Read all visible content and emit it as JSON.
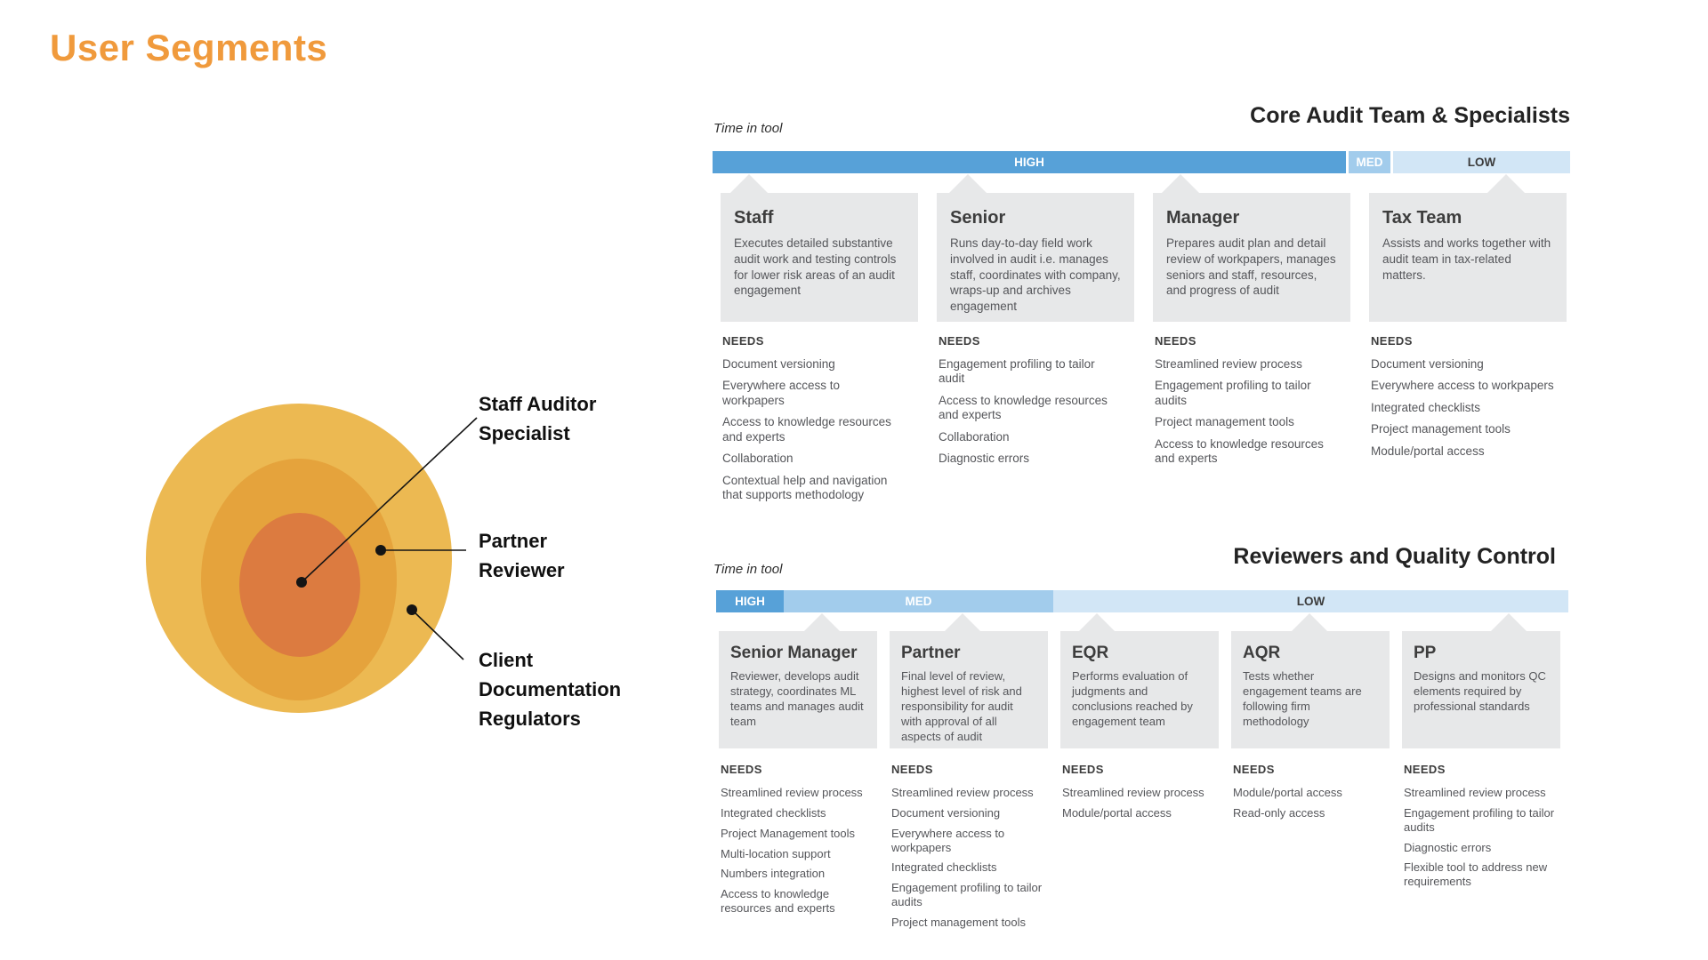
{
  "page": {
    "title": "User Segments"
  },
  "colors": {
    "title_accent": "#F09A3C",
    "ring_outer": "#ECB952",
    "ring_middle": "#E5A33C",
    "ring_inner": "#DC7B40",
    "bar_high": "#57A1D8",
    "bar_med": "#A2CCEC",
    "bar_low": "#D2E6F6",
    "card_bg": "#E7E8E9",
    "text_dark": "#2B2B2B",
    "text_gray": "#55565A"
  },
  "diagram": {
    "labels": [
      {
        "lines": [
          "Staff Auditor",
          "Specialist"
        ]
      },
      {
        "lines": [
          "Partner",
          "Reviewer"
        ]
      },
      {
        "lines": [
          "Client",
          "Documentation",
          "Regulators"
        ]
      }
    ]
  },
  "panels": [
    {
      "title": "Core Audit Team & Specialists",
      "axis_label": "Time in tool",
      "needs_heading": "NEEDS",
      "bar": [
        {
          "label": "HIGH"
        },
        {
          "label": "MED"
        },
        {
          "label": "LOW"
        }
      ],
      "cards": [
        {
          "title": "Staff",
          "description": "Executes detailed substantive audit work and testing controls for lower risk areas of an audit engagement",
          "needs": [
            "Document versioning",
            "Everywhere access to workpapers",
            "Access to knowledge resources and experts",
            "Collaboration",
            "Contextual help and navigation that supports methodology"
          ]
        },
        {
          "title": "Senior",
          "description": "Runs day-to-day field work involved in audit i.e. manages staff, coordinates with company, wraps-up and archives engagement",
          "needs": [
            "Engagement profiling to tailor audit",
            "Access to knowledge resources and experts",
            "Collaboration",
            "Diagnostic errors"
          ]
        },
        {
          "title": "Manager",
          "description": "Prepares audit plan and detail review of workpapers, manages seniors and staff, resources, and progress of audit",
          "needs": [
            "Streamlined review process",
            "Engagement profiling to tailor audits",
            "Project management tools",
            "Access to knowledge resources and experts"
          ]
        },
        {
          "title": "Tax Team",
          "description": "Assists and works together with audit team in tax-related matters.",
          "needs": [
            "Document versioning",
            "Everywhere access to workpapers",
            "Integrated checklists",
            "Project management tools",
            "Module/portal access"
          ]
        }
      ]
    },
    {
      "title": "Reviewers and Quality Control",
      "axis_label": "Time in tool",
      "needs_heading": "NEEDS",
      "bar": [
        {
          "label": "HIGH"
        },
        {
          "label": "MED"
        },
        {
          "label": "LOW"
        }
      ],
      "cards": [
        {
          "title": "Senior Manager",
          "description": "Reviewer, develops audit strategy, coordinates ML teams and manages audit team",
          "needs": [
            "Streamlined review process",
            "Integrated checklists",
            "Project Management tools",
            "Multi-location support",
            "Numbers integration",
            "Access to knowledge resources and experts"
          ]
        },
        {
          "title": "Partner",
          "description": "Final level of review, highest level of risk and responsibility for audit with approval of all aspects of audit",
          "needs": [
            "Streamlined review process",
            "Document versioning",
            "Everywhere access to workpapers",
            "Integrated checklists",
            "Engagement profiling to tailor audits",
            "Project management tools"
          ]
        },
        {
          "title": "EQR",
          "description": "Performs evaluation of judgments and conclusions reached by engagement team",
          "needs": [
            "Streamlined review process",
            "Module/portal access"
          ]
        },
        {
          "title": "AQR",
          "description": "Tests whether engagement teams are following firm methodology",
          "needs": [
            "Module/portal access",
            "Read-only access"
          ]
        },
        {
          "title": "PP",
          "description": "Designs and monitors QC elements required by professional standards",
          "needs": [
            "Streamlined review process",
            "Engagement profiling to tailor audits",
            "Diagnostic errors",
            "Flexible tool to address new requirements"
          ]
        }
      ]
    }
  ]
}
